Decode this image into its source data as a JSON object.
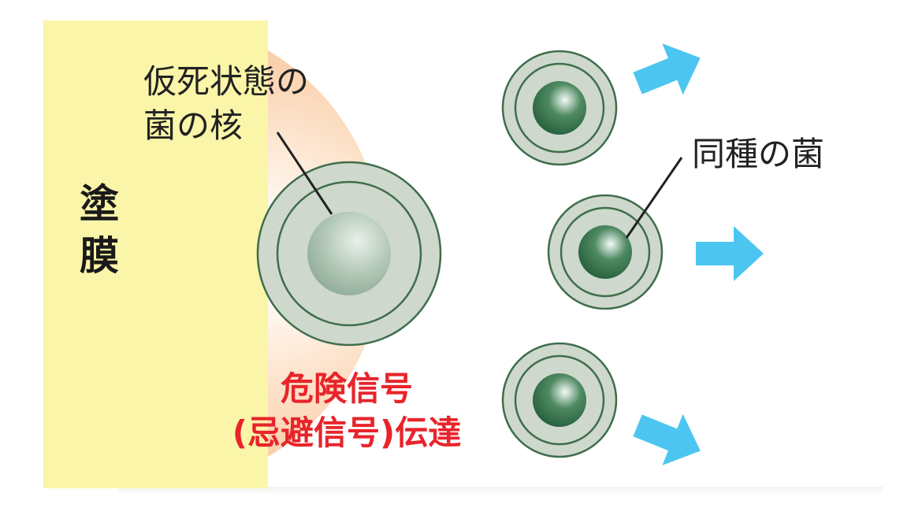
{
  "labels": {
    "coating": "塗\n膜",
    "dormant_nucleus": "仮死状態の\n菌の核",
    "same_species": "同種の菌",
    "danger_signal": "危険信号\n(忌避信号)伝達"
  },
  "colors": {
    "coating_fill": "#faf5a8",
    "signal_glow_outer": "#f6b784",
    "signal_glow_inner": "#fffaf4",
    "bacterium_ring": "#cfd8cc",
    "bacterium_outline": "#3e6e4c",
    "core_dormant": "#9cb7a2",
    "core_active": "#1f5a37",
    "arrow": "#4cc6f0",
    "danger_text": "#e8242b",
    "label_text": "#222222",
    "leader_line": "#222222"
  }
}
